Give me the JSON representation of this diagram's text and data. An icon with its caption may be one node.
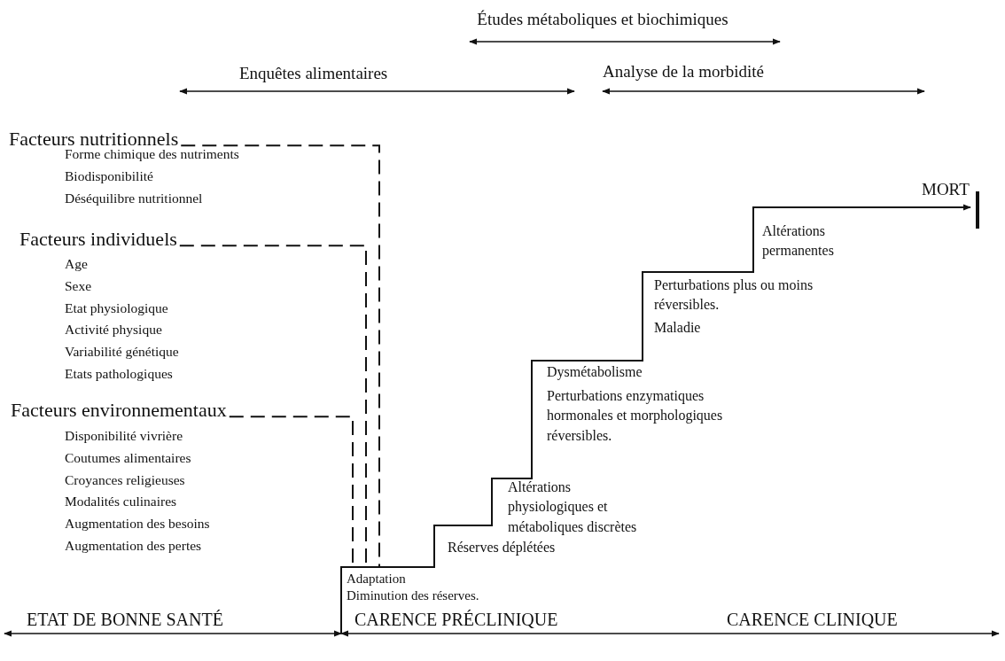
{
  "diagram": {
    "nodes": [
      {
        "text": [
          "Facteurs nutritionnels"
        ],
        "beside": [
          "Forme chimique des nutriments",
          "Biodisponibilité",
          "Déséquilibre nutritionnel"
        ]
      },
      {
        "text": [
          "Facteurs individuels"
        ],
        "beside": [
          "Age",
          "Sexe",
          "Etat physiologique",
          "Activité physique",
          "Variabilité génétique",
          "Etats pathologiques"
        ]
      },
      {
        "text": [
          "Facteurs environnementaux"
        ],
        "beside": [
          "Disponibilité vivrière",
          "Coutumes alimentaires",
          "Croyances religieuses",
          "Modalités culinaires",
          "Augmentation des besoins",
          "Augmentation des pertes"
        ]
      },
      {
        "text": [
          "Adaptation",
          "Diminution des réserves."
        ]
      }
    ],
    "edges": [
      {
        "from": 0,
        "to": 3,
        "arrow": "none",
        "style": "dashed"
      },
      {
        "from": 1,
        "to": 3,
        "arrow": "none",
        "style": "dashed"
      },
      {
        "from": 2,
        "to": 3,
        "arrow": "none",
        "style": "dashed"
      }
    ],
    "labels": [
      "Études métaboliques et biochimiques",
      "Enquêtes alimentaires",
      "Analyse de la morbidité",
      "MORT",
      "Altérations permanentes",
      "Perturbations plus ou moins réversibles.",
      "Maladie",
      "Dysmétabolisme",
      "Perturbations enzymatiques hormonales et morphologiques réversibles.",
      "Altérations physiologiques et métaboliques discrètes",
      "Réserves déplétées",
      "ETAT DE BONNE SANTÉ",
      "CARENCE PRÉCLINIQUE",
      "CARENCE CLINIQUE"
    ]
  }
}
